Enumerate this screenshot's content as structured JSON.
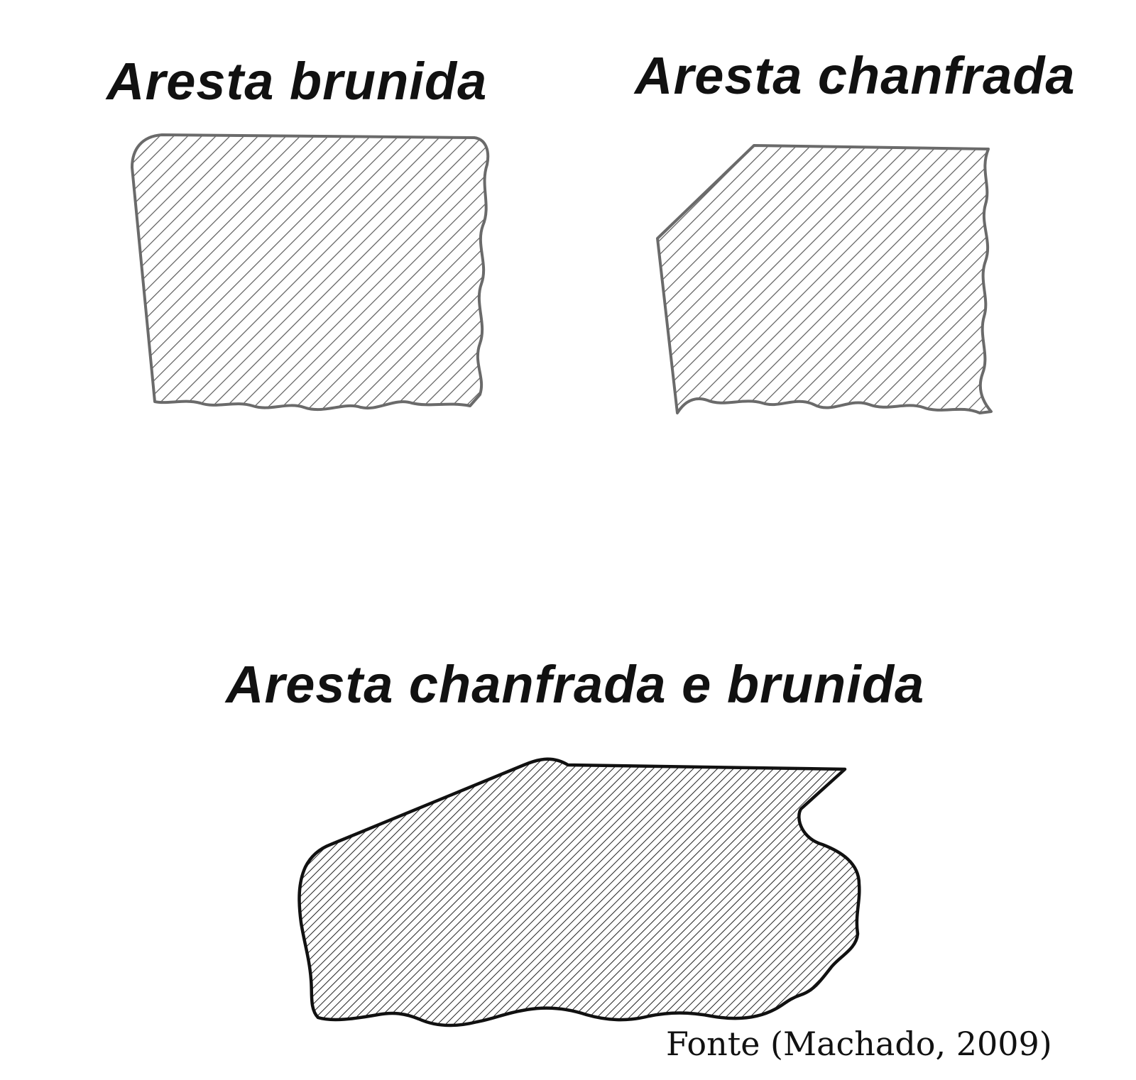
{
  "diagram": {
    "panels": [
      {
        "title": "Aresta brunida"
      },
      {
        "title": "Aresta chanfrada"
      },
      {
        "title": "Aresta chanfrada e brunida"
      }
    ],
    "source": "Fonte (Machado, 2009)",
    "colors": {
      "outline_light": "#6a6a6a",
      "outline_dark": "#111111",
      "hatch_light": "#5a5a5a",
      "hatch_dark": "#222222",
      "title": "#111111"
    }
  }
}
